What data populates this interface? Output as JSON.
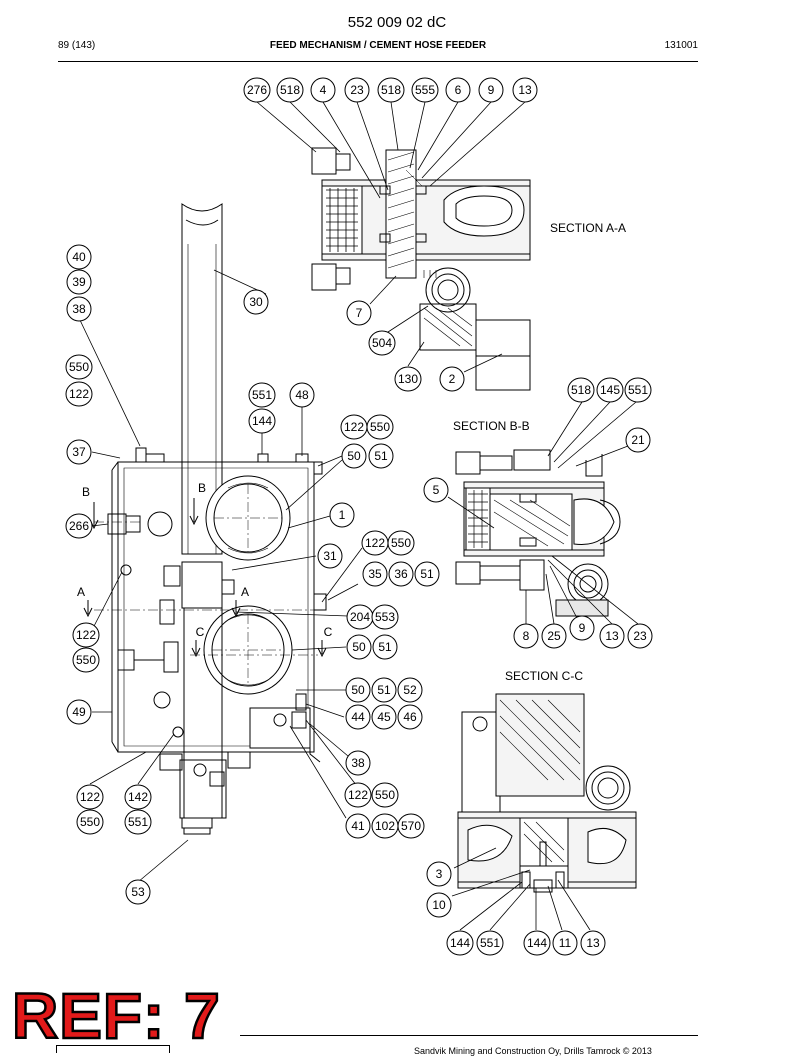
{
  "header": {
    "document_number": "552 009 02 dC",
    "page": "89 (143)",
    "title": "FEED MECHANISM / CEMENT HOSE FEEDER",
    "code": "131001"
  },
  "sections": {
    "aa": "SECTION A-A",
    "bb": "SECTION B-B",
    "cc": "SECTION C-C"
  },
  "cut_markers": {
    "a": "A",
    "b": "B",
    "c": "C"
  },
  "callouts": [
    "276",
    "518",
    "4",
    "23",
    "518",
    "555",
    "6",
    "9",
    "13",
    "40",
    "39",
    "38",
    "30",
    "7",
    "504",
    "550",
    "122",
    "130",
    "2",
    "551",
    "48",
    "144",
    "122",
    "550",
    "518",
    "145",
    "551",
    "37",
    "50",
    "51",
    "21",
    "B",
    "B",
    "5",
    "1",
    "266",
    "31",
    "122",
    "550",
    "35",
    "36",
    "51",
    "A",
    "A",
    "204",
    "553",
    "C",
    "C",
    "122",
    "550",
    "50",
    "51",
    "8",
    "25",
    "9",
    "13",
    "23",
    "50",
    "51",
    "52",
    "49",
    "44",
    "45",
    "46",
    "38",
    "122",
    "142",
    "122",
    "550",
    "550",
    "551",
    "41",
    "102",
    "570",
    "3",
    "53",
    "10",
    "144",
    "551",
    "144",
    "11",
    "13"
  ],
  "stamp": {
    "text": "REF: 7"
  },
  "footer": {
    "text": "Sandvik Mining and Construction Oy, Drills Tamrock © 2013"
  }
}
